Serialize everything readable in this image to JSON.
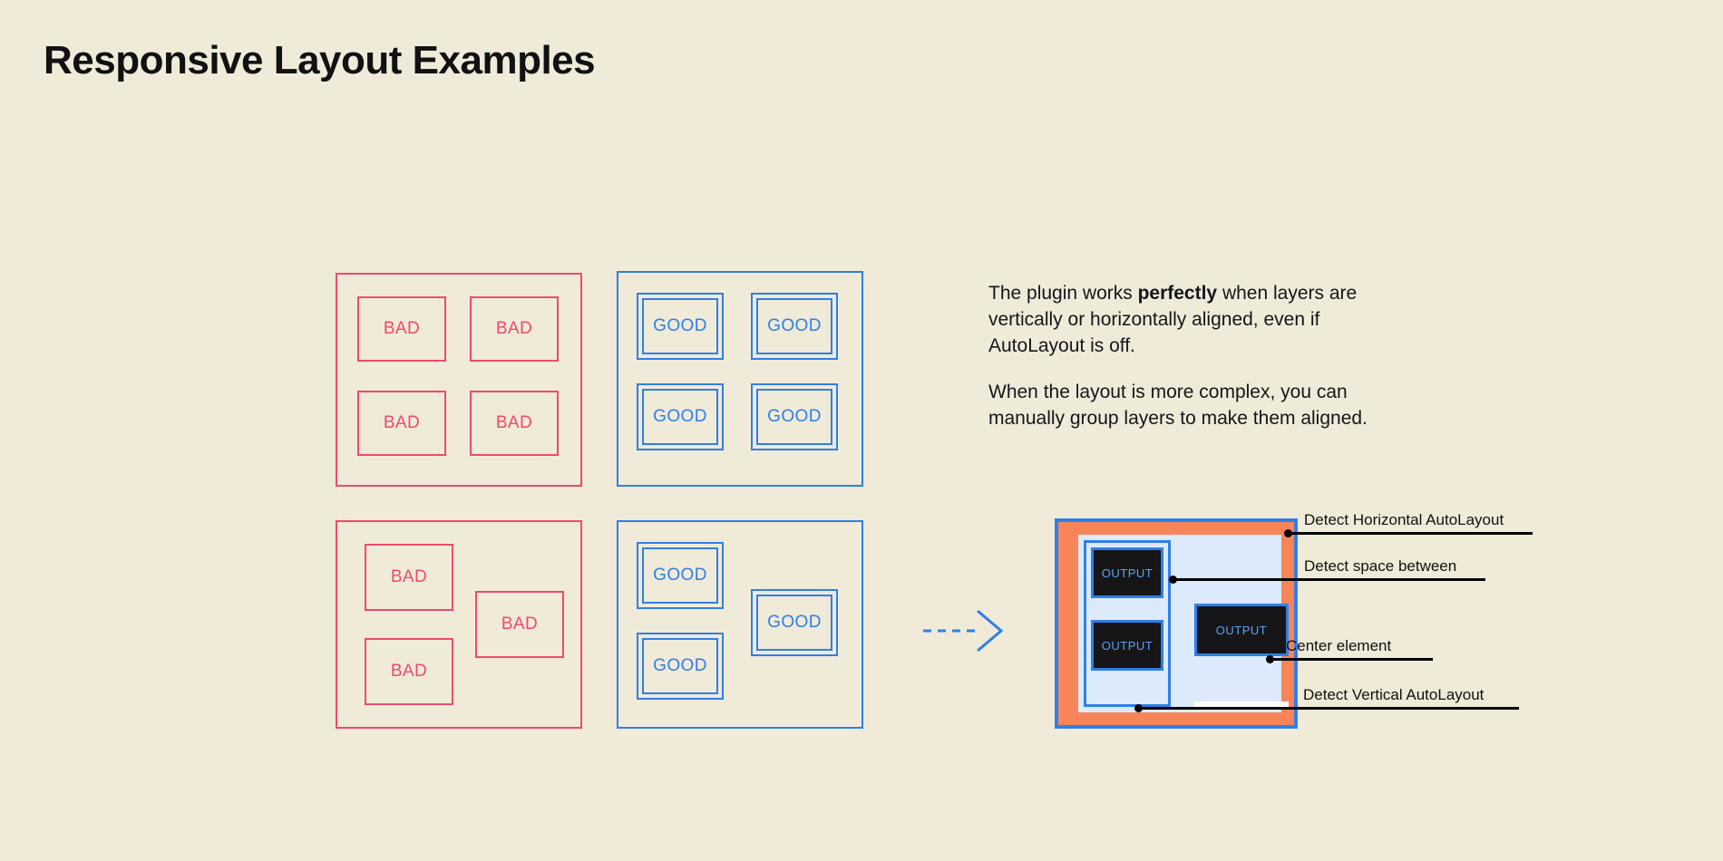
{
  "page": {
    "title": "Responsive Layout Examples",
    "background_color": "#f0ead9"
  },
  "colors": {
    "bad": "#f04a67",
    "good": "#2f7fe8",
    "text": "#15151a",
    "orange_frame": "#f8845a",
    "light_blue_panel": "#dceafc",
    "output_fill": "#161619",
    "output_text": "#5fa0f5"
  },
  "examples": {
    "grid_bad": {
      "name": "bad-grid-panel",
      "cells": [
        {
          "label": "BAD"
        },
        {
          "label": "BAD"
        },
        {
          "label": "BAD"
        },
        {
          "label": "BAD"
        }
      ]
    },
    "grid_good": {
      "name": "good-grid-panel",
      "cells": [
        {
          "label": "GOOD"
        },
        {
          "label": "GOOD"
        },
        {
          "label": "GOOD"
        },
        {
          "label": "GOOD"
        }
      ]
    },
    "complex_bad": {
      "name": "bad-complex-panel",
      "cells": [
        {
          "label": "BAD"
        },
        {
          "label": "BAD"
        },
        {
          "label": "BAD"
        }
      ]
    },
    "complex_good": {
      "name": "good-complex-panel",
      "cells": [
        {
          "label": "GOOD"
        },
        {
          "label": "GOOD"
        },
        {
          "label": "GOOD"
        }
      ]
    }
  },
  "description": {
    "paragraph1_part1": "The plugin works ",
    "paragraph1_bold": "perfectly",
    "paragraph1_part2": " when layers are vertically or horizontally aligned, even if AutoLayout is off.",
    "paragraph2": "When the layout is more complex, you can manually group layers to make them aligned."
  },
  "arrow": {
    "icon": "dashed-right-arrow-icon",
    "color": "#2f7fe8",
    "style": "dashed"
  },
  "mockup": {
    "output_boxes": [
      {
        "label": "OUTPUT"
      },
      {
        "label": "OUTPUT"
      },
      {
        "label": "OUTPUT"
      }
    ]
  },
  "annotations": [
    {
      "label": "Detect Horizontal AutoLayout",
      "id": "detect-horizontal-autolayout"
    },
    {
      "label": "Detect space between",
      "id": "detect-space-between"
    },
    {
      "label": "Center element",
      "id": "center-element"
    },
    {
      "label": "Detect Vertical AutoLayout",
      "id": "detect-vertical-autolayout"
    }
  ]
}
